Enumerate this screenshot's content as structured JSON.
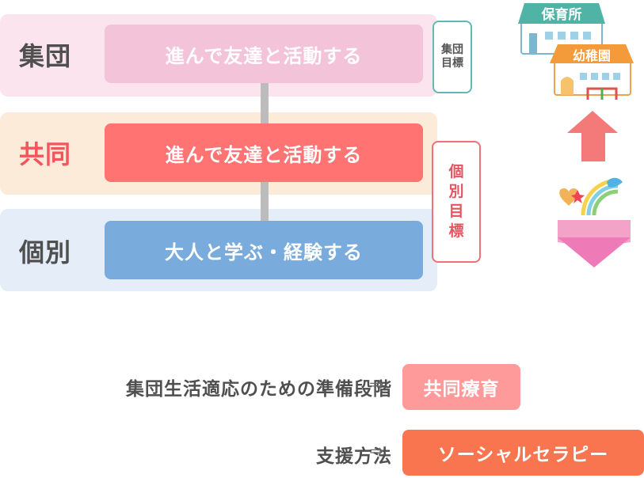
{
  "levels": [
    {
      "label": "集団",
      "activity": "進んで友達と活動する"
    },
    {
      "label": "共同",
      "activity": "進んで友達と活動する"
    },
    {
      "label": "個別",
      "activity": "大人と学ぶ・経験する"
    }
  ],
  "goals": {
    "group": "集団目標",
    "individual": "個別目標"
  },
  "illustration": {
    "nursery_sign": "保育所",
    "kindergarten_sign": "幼稚園"
  },
  "rows": [
    {
      "label": "集団生活適応のための準備段階",
      "arrow": "⇒",
      "value": "共同療育"
    },
    {
      "label": "支援方法",
      "arrow": "⇒",
      "value": "ソーシャルセラピー"
    }
  ],
  "colors": {
    "group_band": "#fbe4ee",
    "joint_band": "#fdebd9",
    "individual_band": "#e4edf8",
    "group_box": "#f3c4d9",
    "joint_box": "#ff7373",
    "individual_box": "#7aabdd",
    "joint_label": "#f0565b",
    "group_goal_border": "#63b7b7",
    "individual_goal_border": "#ee7078",
    "pill_1": "#ff9a9a",
    "pill_2": "#f8754f"
  }
}
